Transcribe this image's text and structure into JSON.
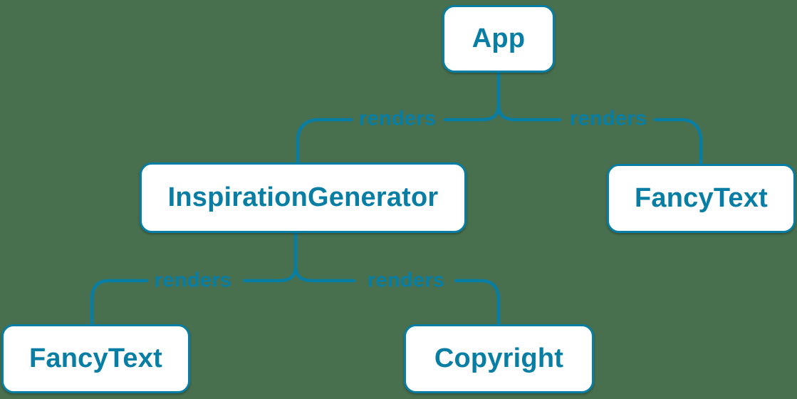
{
  "diagram": {
    "type": "component-tree",
    "colors": {
      "background": "#48704e",
      "accent": "#087ea4",
      "node_fill": "#ffffff"
    },
    "nodes": {
      "app": {
        "label": "App"
      },
      "inspiration_generator": {
        "label": "InspirationGenerator"
      },
      "fancy_text_right": {
        "label": "FancyText"
      },
      "fancy_text_left": {
        "label": "FancyText"
      },
      "copyright": {
        "label": "Copyright"
      }
    },
    "edges": [
      {
        "from": "App",
        "to": "InspirationGenerator",
        "label": "renders"
      },
      {
        "from": "App",
        "to": "FancyText",
        "label": "renders"
      },
      {
        "from": "InspirationGenerator",
        "to": "FancyText",
        "label": "renders"
      },
      {
        "from": "InspirationGenerator",
        "to": "Copyright",
        "label": "renders"
      }
    ]
  }
}
